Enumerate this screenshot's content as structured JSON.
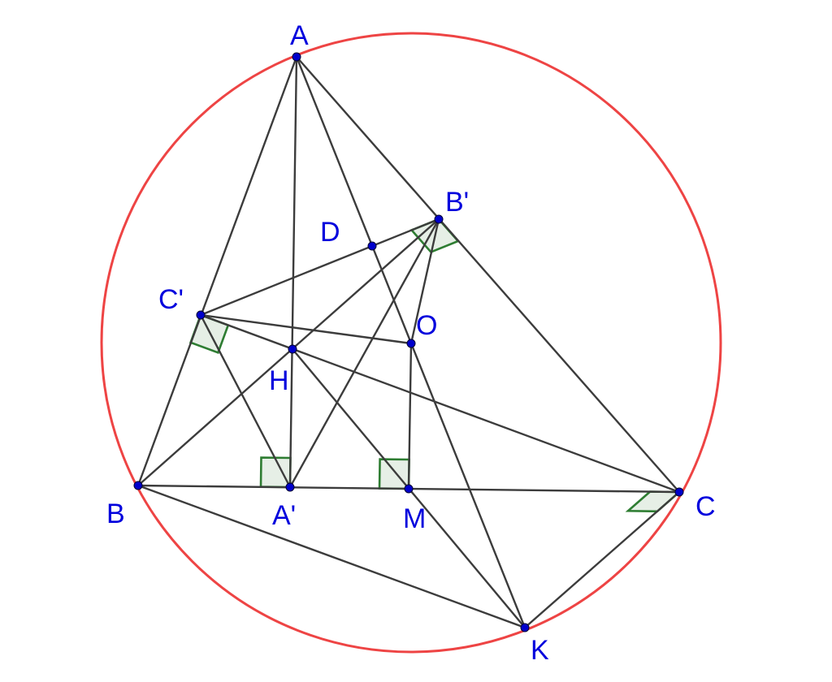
{
  "colors": {
    "circle": "#ee4444",
    "segment": "#3c3c3c",
    "point": "#0000cc",
    "label": "#0000dd",
    "right_angle_marker": "#2e7d32"
  },
  "points": [
    {
      "key": "A",
      "label": "A"
    },
    {
      "key": "B",
      "label": "B"
    },
    {
      "key": "C",
      "label": "C"
    },
    {
      "key": "K",
      "label": "K"
    },
    {
      "key": "Bp",
      "label": "B'"
    },
    {
      "key": "Cp",
      "label": "C'"
    },
    {
      "key": "Ap",
      "label": "A'"
    },
    {
      "key": "M",
      "label": "M"
    },
    {
      "key": "H",
      "label": "H"
    },
    {
      "key": "O",
      "label": "O"
    },
    {
      "key": "D",
      "label": "D"
    }
  ],
  "segments": [
    [
      "A",
      "B"
    ],
    [
      "A",
      "C"
    ],
    [
      "A",
      "Ap"
    ],
    [
      "A",
      "K"
    ],
    [
      "B",
      "C"
    ],
    [
      "B",
      "Bp"
    ],
    [
      "B",
      "K"
    ],
    [
      "C",
      "Cp"
    ],
    [
      "C",
      "K"
    ],
    [
      "Cp",
      "Bp"
    ],
    [
      "Cp",
      "O"
    ],
    [
      "Cp",
      "Ap"
    ],
    [
      "Bp",
      "Ap"
    ],
    [
      "Bp",
      "O"
    ],
    [
      "O",
      "M"
    ],
    [
      "H",
      "K"
    ]
  ],
  "right_angles_at": [
    "Bp",
    "Cp",
    "Ap",
    "M",
    "C"
  ]
}
